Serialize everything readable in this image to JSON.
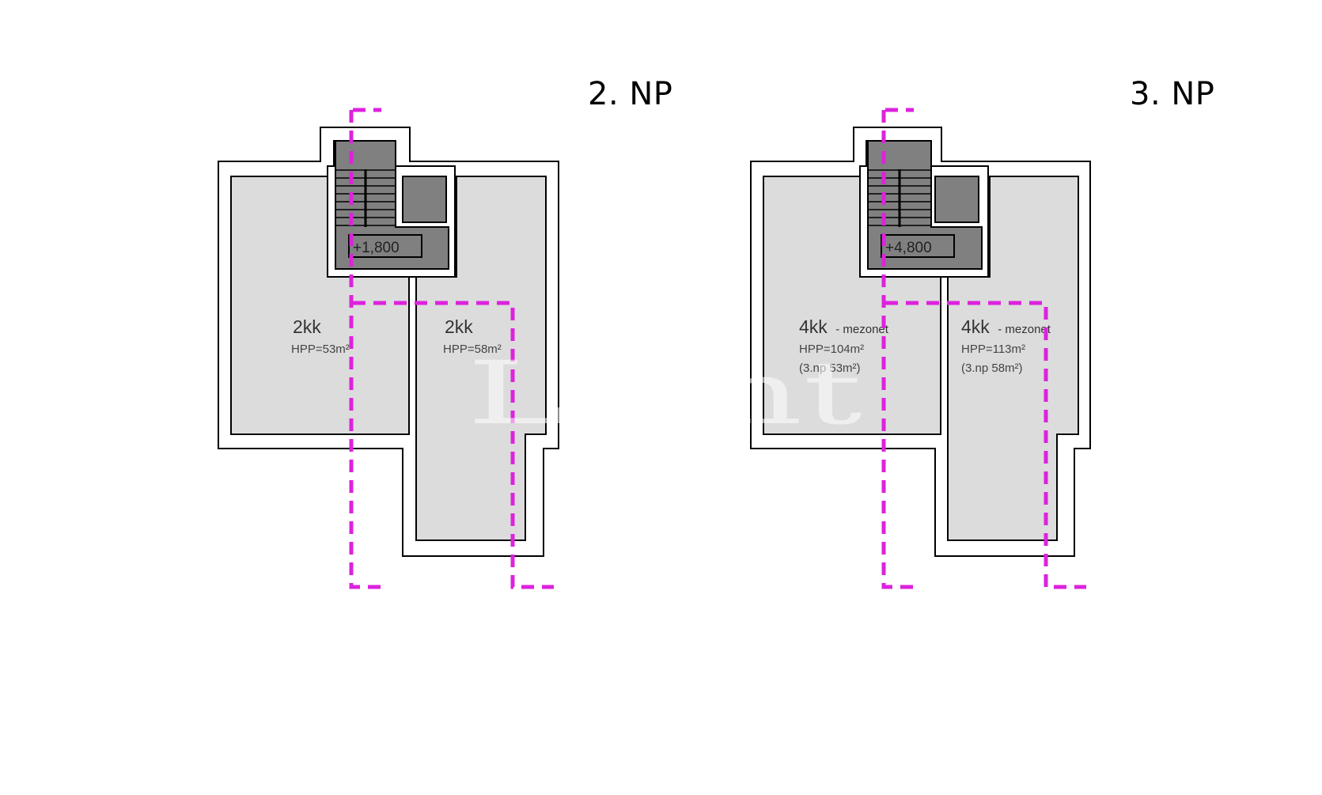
{
  "floors": [
    {
      "title": "2. NP",
      "level_label": "+1,800",
      "units": [
        {
          "type": "2kk",
          "type_suffix": "",
          "area": "HPP=53m²",
          "note": ""
        },
        {
          "type": "2kk",
          "type_suffix": "",
          "area": "HPP=58m²",
          "note": ""
        }
      ]
    },
    {
      "title": "3. NP",
      "level_label": "+4,800",
      "units": [
        {
          "type": "4kk",
          "type_suffix": "- mezonet",
          "area": "HPP=104m²",
          "note": "(3.np 53m²)"
        },
        {
          "type": "4kk",
          "type_suffix": "- mezonet",
          "area": "HPP=113m²",
          "note": "(3.np 58m²)"
        }
      ]
    }
  ],
  "watermark": "Lu nt",
  "colors": {
    "wall_fill": "#ffffff",
    "wall_stroke": "#000000",
    "room_fill": "#dcdcdc",
    "core_fill": "#808080",
    "dashed_outline": "#dd22dd"
  }
}
